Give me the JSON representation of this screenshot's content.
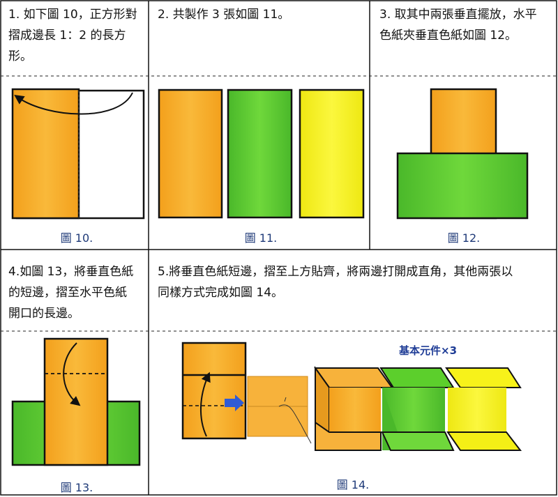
{
  "steps": [
    {
      "text": "1. 如下圖 10，正方形對摺成邊長 1：2 的長方形。",
      "lines": [
        "1. 如下圖 10，正方形對",
        "摺成邊長 1：2 的長方",
        "形。"
      ],
      "caption": "圖 10."
    },
    {
      "text": "2. 共製作 3 張如圖 11。",
      "lines": [
        "2. 共製作 3 張如圖 11。"
      ],
      "caption": "圖 11."
    },
    {
      "text": "3. 取其中兩張垂直擺放，水平色紙夾垂直色紙如圖 12。",
      "lines": [
        "3. 取其中兩張垂直擺放，水平",
        "色紙夾垂直色紙如圖 12。"
      ],
      "caption": "圖 12."
    },
    {
      "text": "4.如圖 13，將垂直色紙的短邊，摺至水平色紙開口的長邊。",
      "lines": [
        "4.如圖 13，將垂直色紙",
        "的短邊，摺至水平色紙",
        "開口的長邊。"
      ],
      "caption": "圖 13."
    },
    {
      "text": "5.將垂直色紙短邊，摺至上方貼齊，將兩邊打開成直角，其他兩張以同樣方式完成如圖 14。",
      "lines": [
        "5.將垂直色紙短邊，摺至上方貼齊，將兩邊打開成直角，其他兩張以",
        "同樣方式完成如圖 14。"
      ],
      "caption": "圖 14.",
      "label": "基本元件×3"
    }
  ],
  "colors": {
    "orange": "#f6a623",
    "green": "#5ccf2c",
    "yellow": "#f7f21a",
    "arrow_blue": "#2f5bd6",
    "caption": "#1f3a78"
  }
}
